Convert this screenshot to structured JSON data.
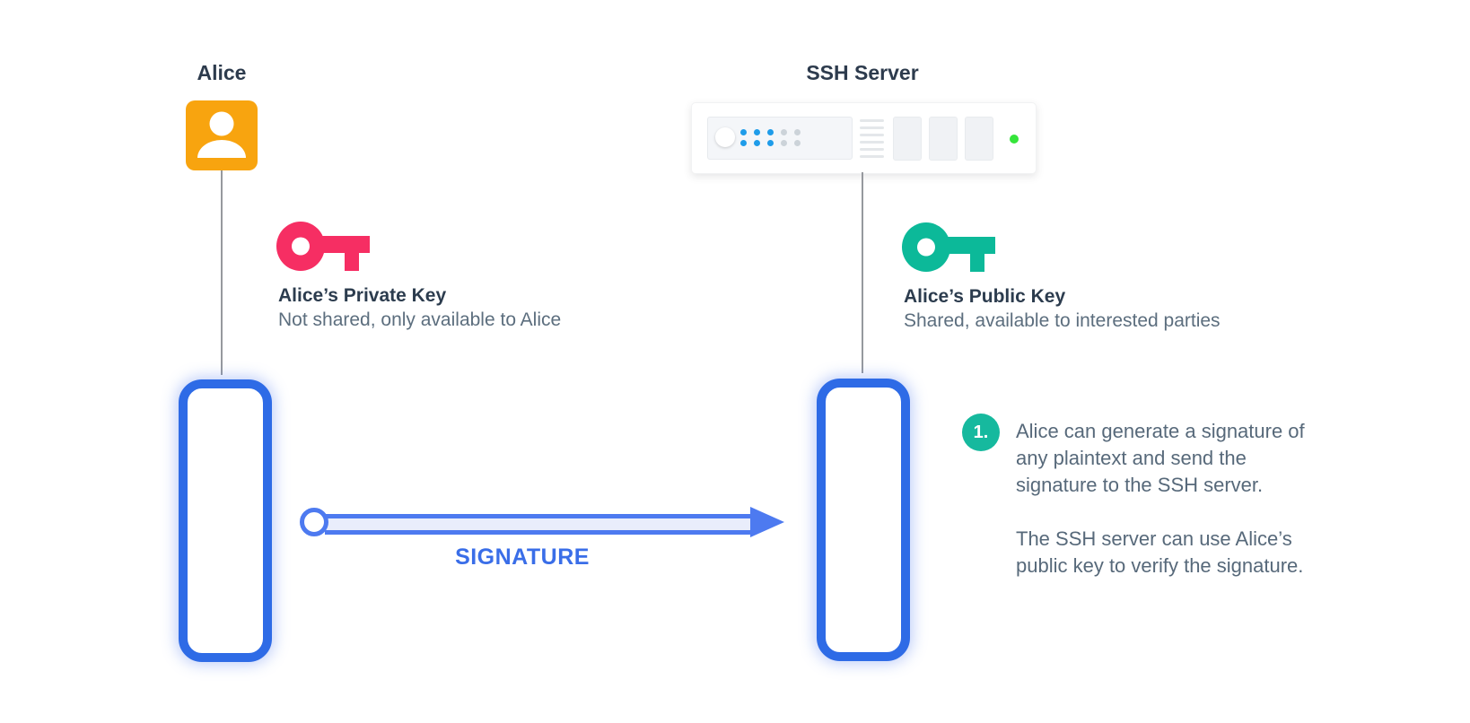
{
  "alice": {
    "label": "Alice"
  },
  "server": {
    "label": "SSH Server"
  },
  "private_key": {
    "title": "Alice’s Private Key",
    "subtitle": "Not shared, only available to Alice",
    "color": "#f62e63"
  },
  "public_key": {
    "title": "Alice’s Public Key",
    "subtitle": "Shared, available to interested parties",
    "color": "#0cb999"
  },
  "arrow": {
    "label": "SIGNATURE",
    "color": "#4d7af0"
  },
  "note": {
    "number": "1.",
    "badge_color": "#16b99e",
    "paragraphs": {
      "p1": "Alice can generate a signature of any plaintext and send the signature to the SSH server.",
      "p2": "The SSH server can use Alice’s public key to verify the signature."
    }
  },
  "colors": {
    "avatar_orange": "#f8a40f",
    "terminal_border_blue": "#2e6be6",
    "connector_gray": "#96999e",
    "server_led_green": "#35e53a",
    "server_dot_blue": "#1f9ce9",
    "title_dark": "#2d3b4d",
    "body_gray": "#57697a"
  }
}
